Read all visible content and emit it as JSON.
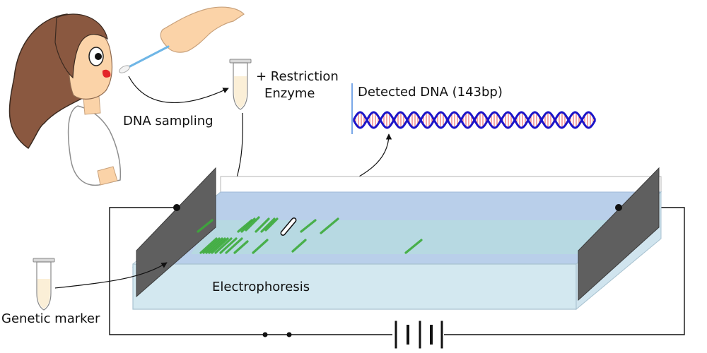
{
  "labels": {
    "dna_sampling": "DNA sampling",
    "restriction_line1": "+ Restriction",
    "restriction_line2": "Enzyme",
    "detected_dna": "Detected DNA (143bp)",
    "electrophoresis": "Electrophoresis",
    "genetic_marker": "Genetic marker"
  },
  "colors": {
    "skin": "#fbd3a8",
    "hair": "#8a5840",
    "lips": "#e3262a",
    "tube_fill": "#fbefd7",
    "gel_top": "#b9cfea",
    "gel_front": "#d3e8f0",
    "gel_slab": "#b6dae0",
    "electrode": "#5f5f5f",
    "band": "#3cab3a",
    "dna_strand": "#1c14c8",
    "dna_rungs": "#e22424",
    "detector_line": "#7aa8e8"
  },
  "gel": {
    "lanes": 9,
    "marker_bands": 11
  }
}
